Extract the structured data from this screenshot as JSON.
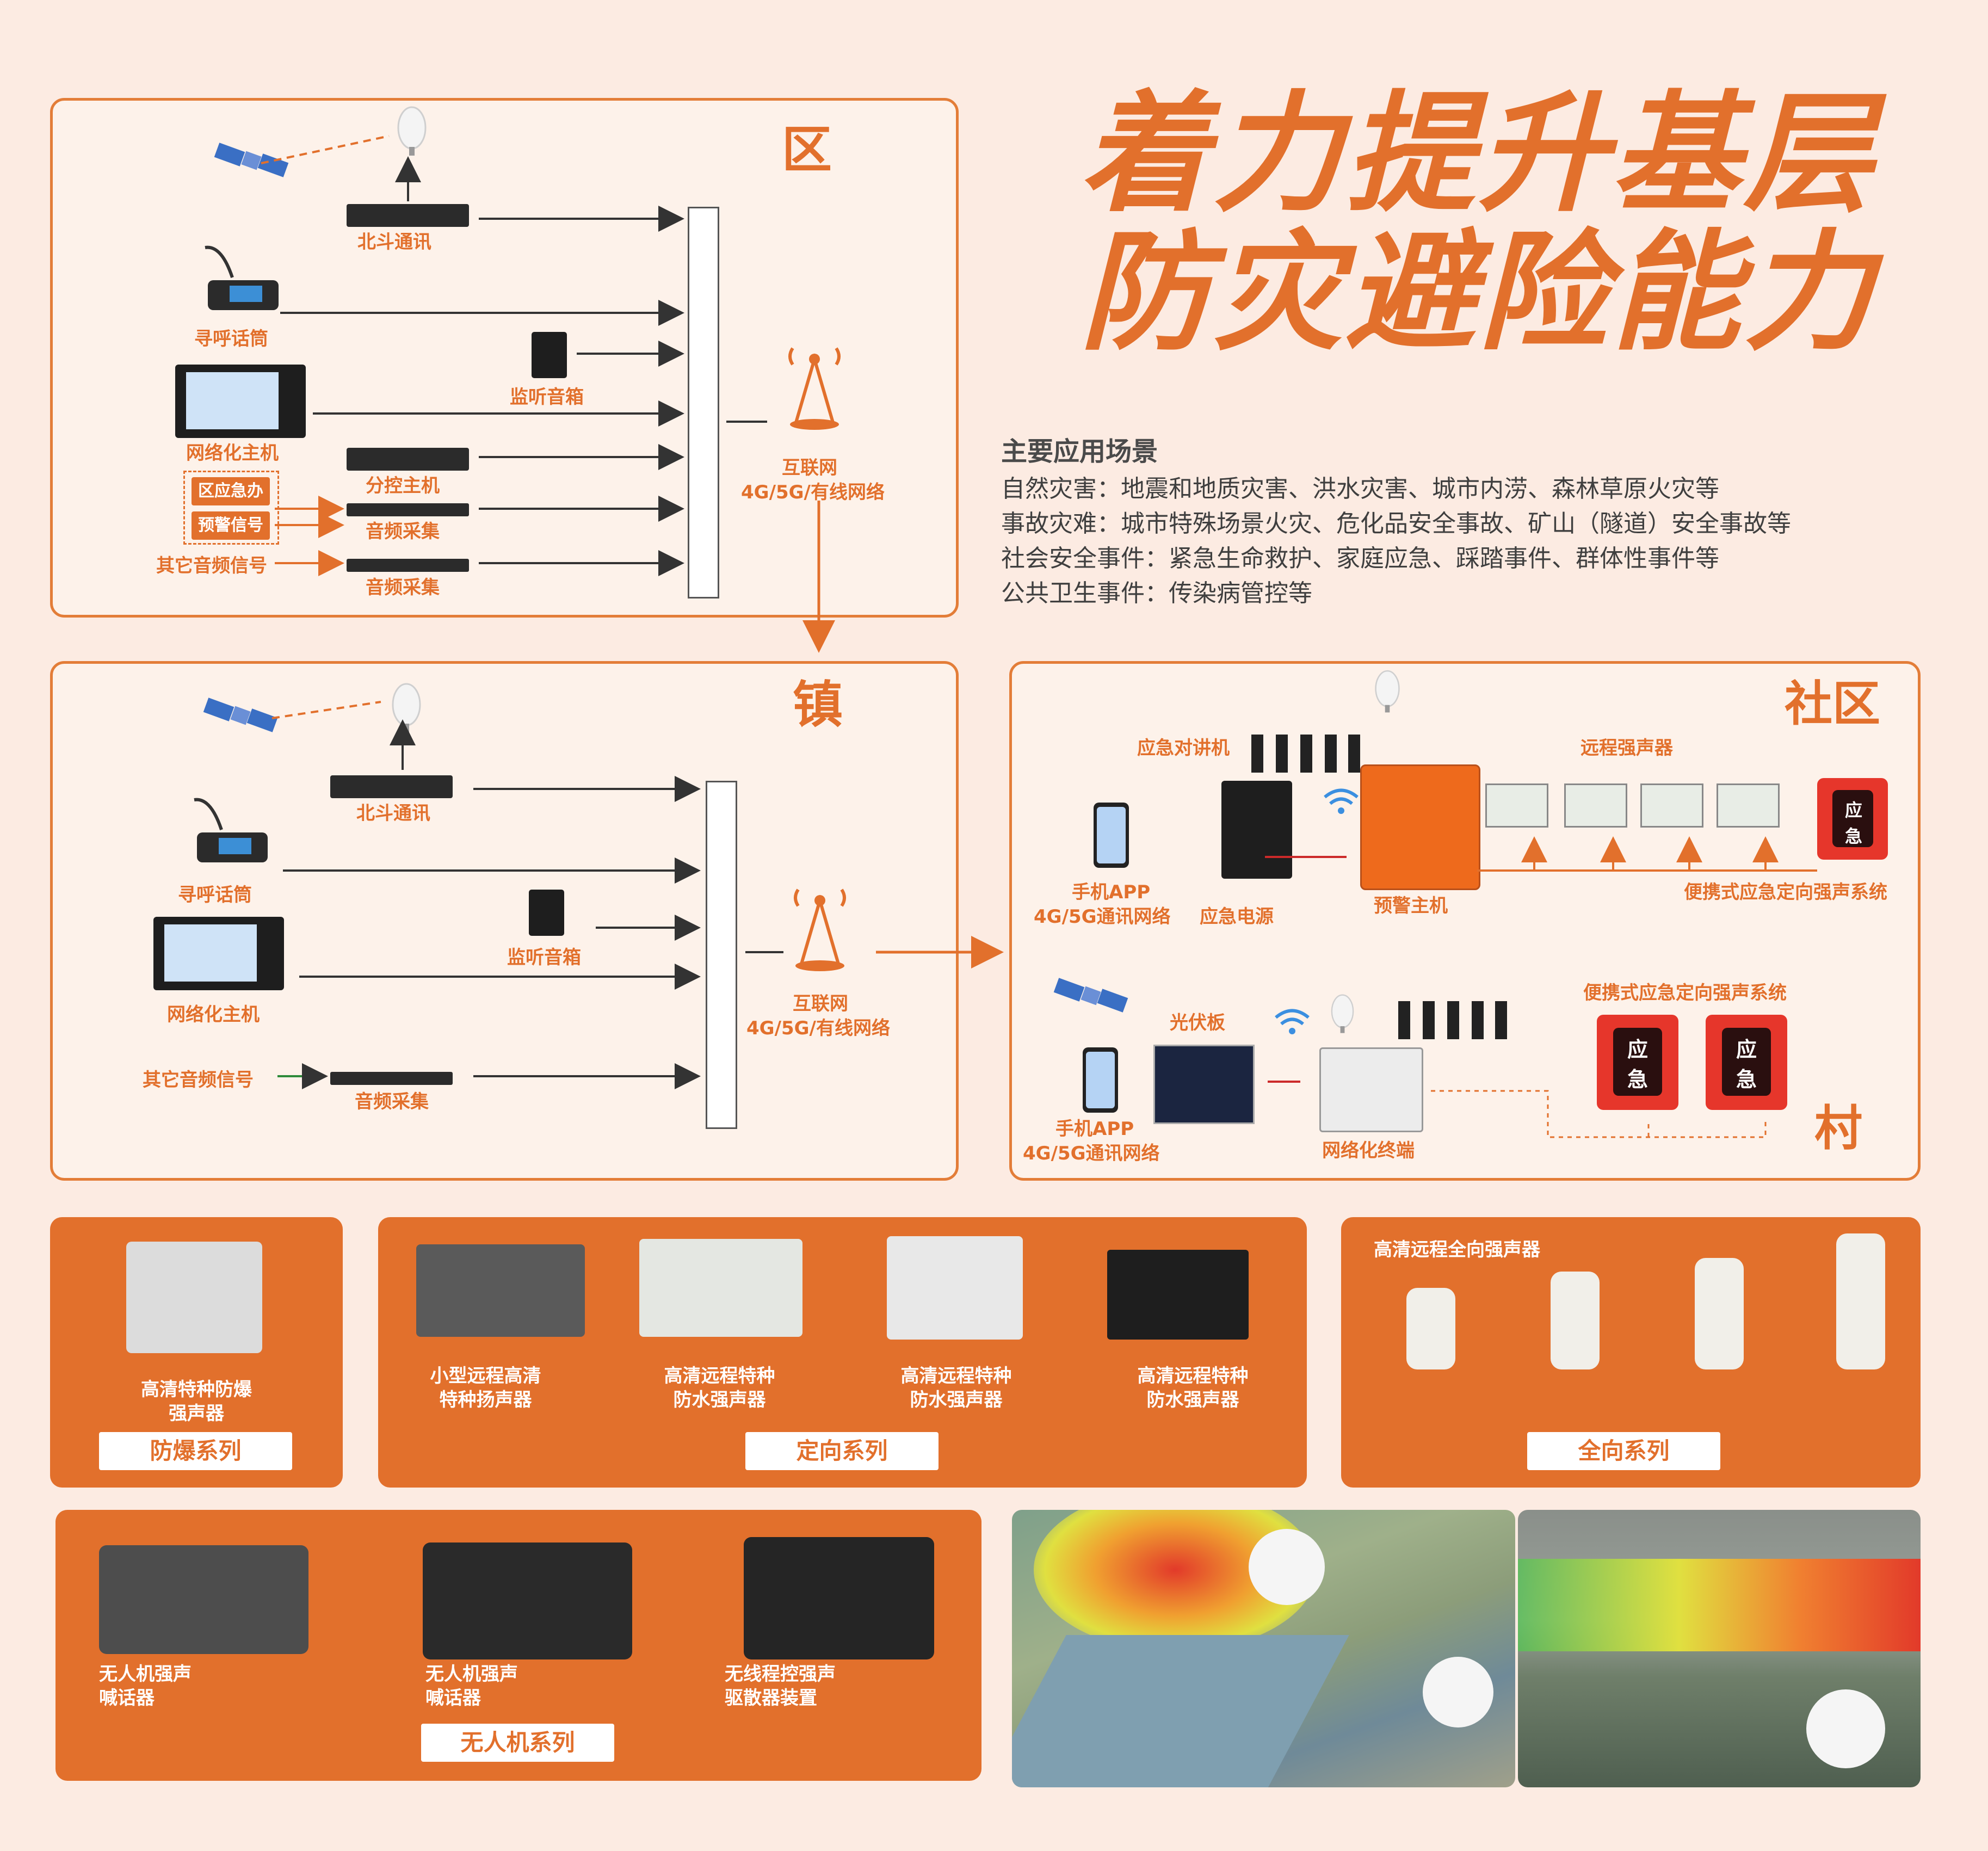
{
  "title": {
    "line1": "着力提升基层",
    "line2": "防灾避险能力"
  },
  "scenarios": {
    "heading": "主要应用场景",
    "items": [
      "自然灾害：地震和地质灾害、洪水灾害、城市内涝、森林草原火灾等",
      "事故灾难：城市特殊场景火灾、危化品安全事故、矿山（隧道）安全事故等",
      "社会安全事件：紧急生命救护、家庭应急、踩踏事件、群体性事件等",
      "公共卫生事件：传染病管控等"
    ]
  },
  "district": {
    "header": "区",
    "beidou": "北斗通讯",
    "paging": "寻呼话筒",
    "monitor": "监听音箱",
    "host": "网络化主机",
    "sub_host": "分控主机",
    "office_tag": "区应急办",
    "warning_tag": "预警信号",
    "audio1": "音频采集",
    "audio2": "音频采集",
    "other": "其它音频信号",
    "net1": "互联网",
    "net2": "4G/5G/有线网络"
  },
  "town": {
    "header": "镇",
    "beidou": "北斗通讯",
    "paging": "寻呼话筒",
    "monitor": "监听音箱",
    "host": "网络化主机",
    "other": "其它音频信号",
    "audio": "音频采集",
    "net1": "互联网",
    "net2": "4G/5G/有线网络"
  },
  "community": {
    "header1": "社区",
    "header2": "村",
    "walkie": "应急对讲机",
    "remote_speaker": "远程强声器",
    "app1": "手机APP",
    "app2": "4G/5G通讯网络",
    "power": "应急电源",
    "alarm_host": "预警主机",
    "portable": "便携式应急定向强声系统",
    "solar": "光伏板",
    "app3": "手机APP",
    "app4": "4G/5G通讯网络",
    "terminal": "网络化终端",
    "portable2": "便携式应急定向强声系统",
    "badge1": "应急",
    "badge_a": "应",
    "badge_b": "急"
  },
  "products": {
    "explosion": {
      "name1": "高清特种防爆",
      "name2": "强声器",
      "series": "防爆系列"
    },
    "directional": {
      "items": [
        {
          "l1": "小型远程高清",
          "l2": "特种扬声器"
        },
        {
          "l1": "高清远程特种",
          "l2": "防水强声器"
        },
        {
          "l1": "高清远程特种",
          "l2": "防水强声器"
        },
        {
          "l1": "高清远程特种",
          "l2": "防水强声器"
        }
      ],
      "series": "定向系列"
    },
    "omni": {
      "title": "高清远程全向强声器",
      "series": "全向系列"
    },
    "drone": {
      "items": [
        {
          "l1": "无人机强声",
          "l2": "喊话器"
        },
        {
          "l1": "无人机强声",
          "l2": "喊话器"
        },
        {
          "l1": "无线程控强声",
          "l2": "驱散器装置"
        }
      ],
      "series": "无人机系列"
    }
  },
  "colors": {
    "accent": "#e2702c",
    "panel_bg": "#fdf2ea",
    "page_bg": "#fcebe2"
  }
}
